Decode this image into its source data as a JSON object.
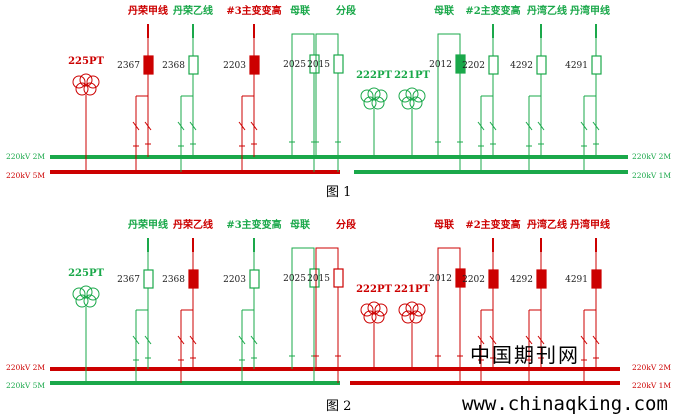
{
  "colors": {
    "red": "#cc0000",
    "green": "#1aa84a",
    "dark_green": "#0b7a23",
    "watermark": "#b9b9b9",
    "caption": "#000000"
  },
  "figure1": {
    "caption": "图 1",
    "bus_left_top": "220kV 2M",
    "bus_left_bottom": "220kV 5M",
    "bus_right_top": "220kV 2M",
    "bus_right_bottom": "220kV 1M",
    "bays": [
      {
        "title": "丹荣甲线",
        "code": "2367",
        "color": "red",
        "state": "closed"
      },
      {
        "title": "丹荣乙线",
        "code": "2368",
        "color": "green",
        "state": "open"
      },
      {
        "title": "#3主变变高",
        "code": "2203",
        "color": "red",
        "state": "closed"
      },
      {
        "title": "母联",
        "code": "2025",
        "color": "green",
        "state": "open"
      },
      {
        "title": "分段",
        "code": "2015",
        "color": "green",
        "state": "open"
      },
      {
        "title": "母联",
        "code": "2012",
        "color": "green",
        "state": "closed"
      },
      {
        "title": "#2主变变高",
        "code": "2202",
        "color": "green",
        "state": "open"
      },
      {
        "title": "丹湾乙线",
        "code": "4292",
        "color": "green",
        "state": "open"
      },
      {
        "title": "丹湾甲线",
        "code": "4291",
        "color": "green",
        "state": "open"
      }
    ],
    "pts": [
      {
        "label": "225PT",
        "color": "red"
      },
      {
        "label": "222PT",
        "color": "green"
      },
      {
        "label": "221PT",
        "color": "green"
      }
    ]
  },
  "figure2": {
    "caption": "图 2",
    "bus_left_top": "220kV 2M",
    "bus_left_bottom": "220kV 5M",
    "bus_right_top": "220kV 2M",
    "bus_right_bottom": "220kV 1M",
    "bays": [
      {
        "title": "丹荣甲线",
        "code": "2367",
        "color": "green",
        "state": "open"
      },
      {
        "title": "丹荣乙线",
        "code": "2368",
        "color": "red",
        "state": "closed"
      },
      {
        "title": "#3主变变高",
        "code": "2203",
        "color": "green",
        "state": "open"
      },
      {
        "title": "母联",
        "code": "2025",
        "color": "green",
        "state": "open"
      },
      {
        "title": "分段",
        "code": "2015",
        "color": "red",
        "state": "open"
      },
      {
        "title": "母联",
        "code": "2012",
        "color": "red",
        "state": "closed"
      },
      {
        "title": "#2主变变高",
        "code": "2202",
        "color": "red",
        "state": "closed"
      },
      {
        "title": "丹湾乙线",
        "code": "4292",
        "color": "red",
        "state": "closed"
      },
      {
        "title": "丹湾甲线",
        "code": "4291",
        "color": "red",
        "state": "closed"
      }
    ],
    "pts": [
      {
        "label": "225PT",
        "color": "green"
      },
      {
        "label": "222PT",
        "color": "red"
      },
      {
        "label": "221PT",
        "color": "red"
      }
    ]
  },
  "watermark": {
    "cn": "中国期刊网",
    "url": "www.chinaqking.com"
  }
}
